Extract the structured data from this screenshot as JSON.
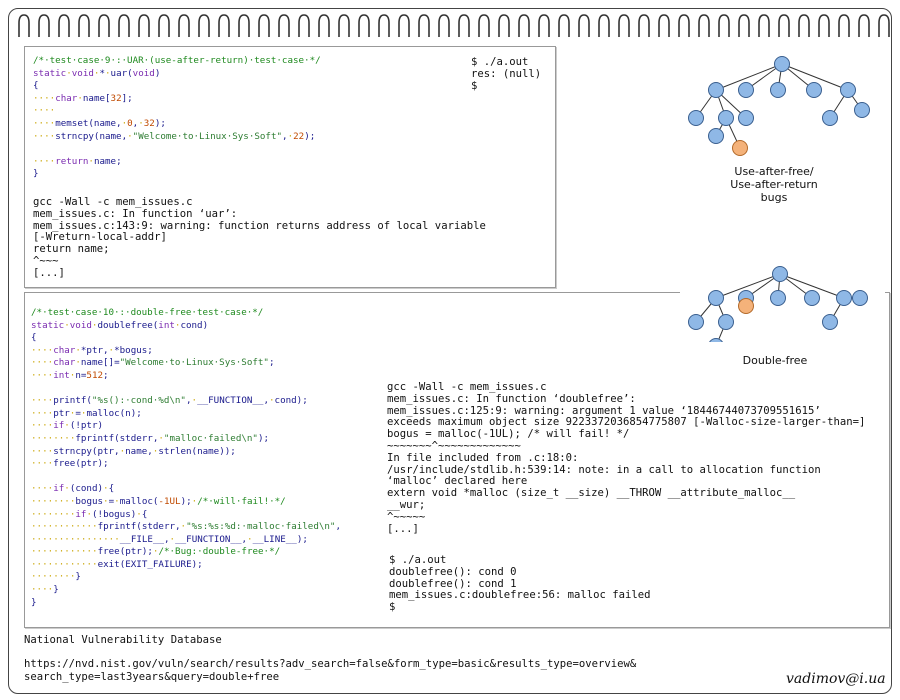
{
  "uar": {
    "code_lines": [
      "/*·test·case·9·:·UAR·(use-after-return)·test·case·*/",
      "static·void·*·uar(void)",
      "{",
      "····char·name[32];",
      "····",
      "····memset(name,·0,·32);",
      "····strncpy(name,·\"Welcome·to·Linux·Sys·Soft\",·22);",
      "",
      "····return·name;",
      "}"
    ],
    "compile_output": "gcc -Wall -c mem_issues.c\nmem_issues.c: In function ‘uar’:\nmem_issues.c:143:9: warning: function returns address of local variable\n[-Wreturn-local-addr]\nreturn name;\n^~~~\n[...]",
    "run_output": "$ ./a.out\nres: (null)\n$"
  },
  "double_free": {
    "code_lines": [
      "/*·test·case·10·:·double-free·test·case·*/",
      "static·void·doublefree(int·cond)",
      "{",
      "····char·*ptr,·*bogus;",
      "····char·name[]=\"Welcome·to·Linux·Sys·Soft\";",
      "····int·n=512;",
      "",
      "····printf(\"%s():·cond·%d\\n\",·__FUNCTION__,·cond);",
      "····ptr·=·malloc(n);",
      "····if·(!ptr)",
      "········fprintf(stderr,·\"malloc·failed\\n\");",
      "····strncpy(ptr,·name,·strlen(name));",
      "····free(ptr);",
      "",
      "····if·(cond)·{",
      "········bogus·=·malloc(-1UL);·/*·will·fail!·*/",
      "········if·(!bogus)·{",
      "············fprintf(stderr,·\"%s:%s:%d:·malloc·failed\\n\",",
      "················__FILE__,·__FUNCTION__,·__LINE__);",
      "············free(ptr);·/*·Bug:·double-free·*/",
      "············exit(EXIT_FAILURE);",
      "········}",
      "····}",
      "}"
    ],
    "compile_output": "gcc -Wall -c mem_issues.c\nmem_issues.c: In function ‘doublefree’:\nmem_issues.c:125:9: warning: argument 1 value ‘18446744073709551615’\nexceeds maximum object size 9223372036854775807 [-Walloc-size-larger-than=]\nbogus = malloc(-1UL); /* will fail! */\n~~~~~~~^~~~~~~~~~~~~~\nIn file included from .c:18:0:\n/usr/include/stdlib.h:539:14: note: in a call to allocation function\n‘malloc’ declared here\nextern void *malloc (size_t __size) __THROW __attribute_malloc__\n__wur;\n^~~~~~\n[...]",
    "run_output": "$ ./a.out\ndoublefree(): cond 0\ndoublefree(): cond 1\nmem_issues.c:doublefree:56: malloc failed\n$"
  },
  "captions": {
    "uaf": "Use-after-free/\nUse-after-return\nbugs",
    "double_free": "Double-free"
  },
  "footer": {
    "title": "National Vulnerability Database",
    "url": "https://nvd.nist.gov/vuln/search/results?adv_search=false&form_type=basic&results_type=overview&\nsearch_type=last3years&query=double+free",
    "signature": "vadimov@i.ua"
  },
  "colors": {
    "node_fill": "#8fb8e6",
    "node_stroke": "#3a5f8f",
    "highlight_node": "#f4b27a",
    "highlight_stroke": "#b36a2a"
  }
}
